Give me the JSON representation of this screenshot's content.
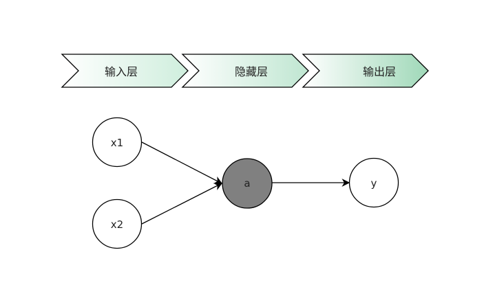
{
  "layers": [
    {
      "label": "输入层"
    },
    {
      "label": "隐藏层"
    },
    {
      "label": "输出层"
    }
  ],
  "nodes": {
    "x1": {
      "label": "x1",
      "fill": "#ffffff"
    },
    "x2": {
      "label": "x2",
      "fill": "#ffffff"
    },
    "a": {
      "label": "a",
      "fill": "#808080"
    },
    "y": {
      "label": "y",
      "fill": "#ffffff"
    }
  },
  "edges": [
    {
      "from": "x1",
      "to": "a"
    },
    {
      "from": "x2",
      "to": "a"
    },
    {
      "from": "a",
      "to": "y"
    }
  ],
  "colors": {
    "chevron_gradient_start": "#ffffff",
    "chevron_gradient_end": "#a8dcc0",
    "stroke": "#000000"
  }
}
